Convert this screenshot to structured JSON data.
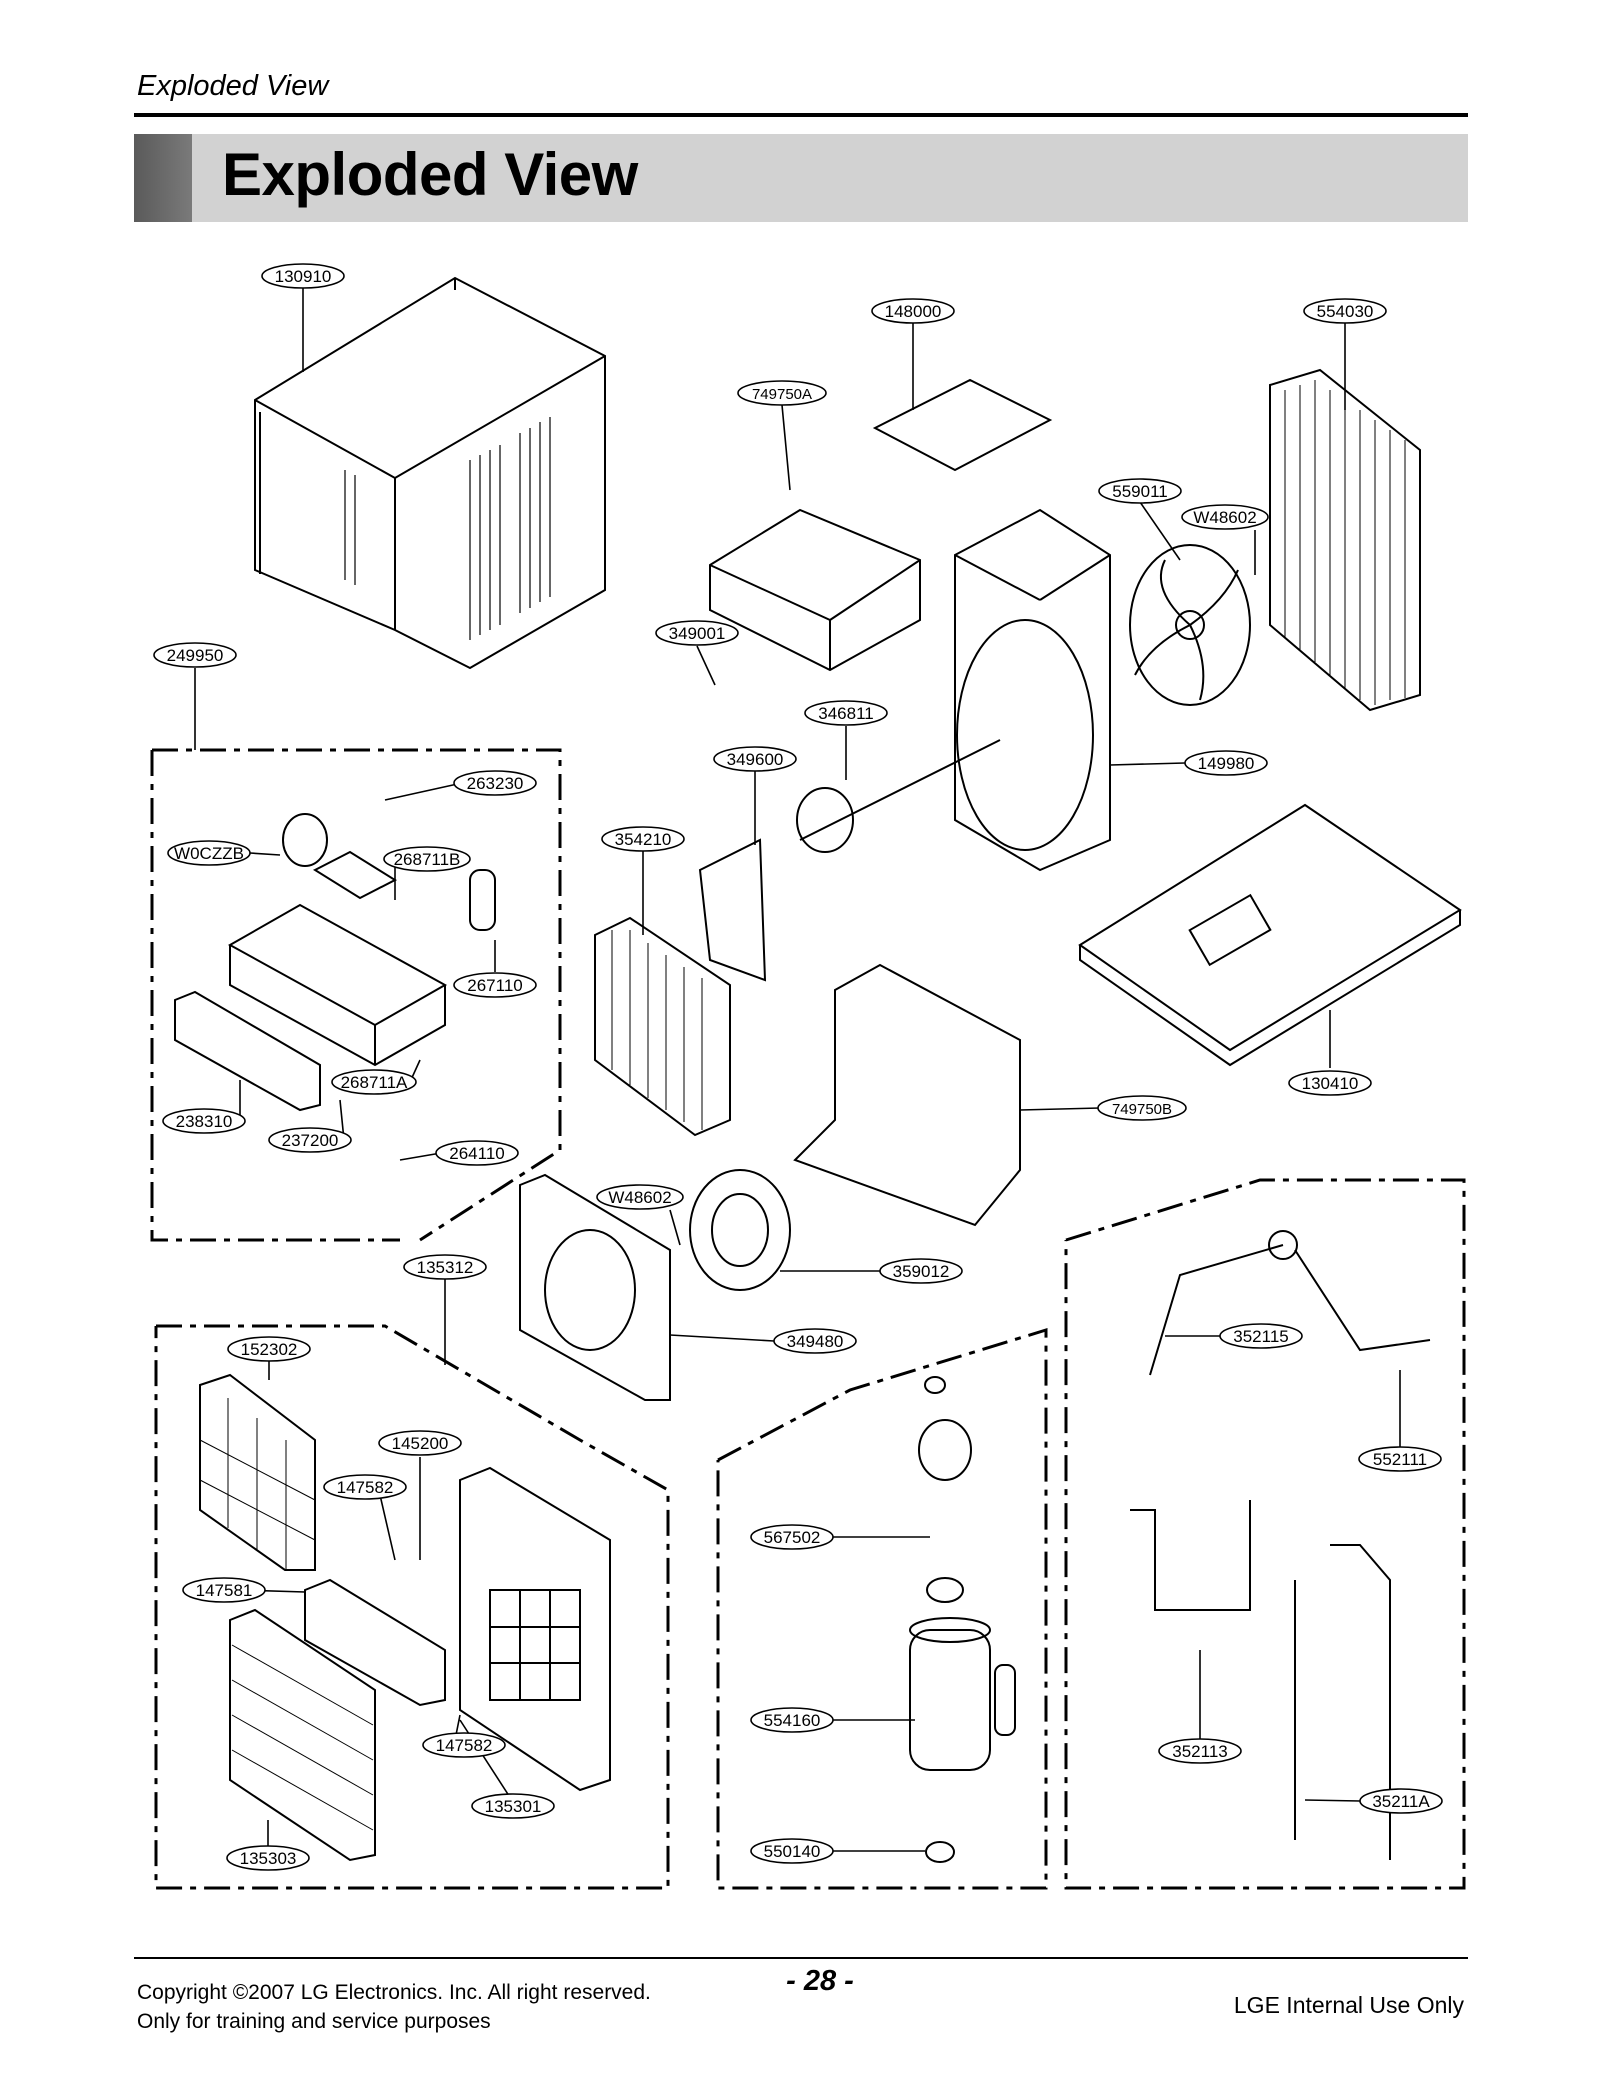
{
  "header": {
    "section_label": "Exploded View",
    "title": "Exploded View"
  },
  "part_labels": [
    "130910",
    "148000",
    "554030",
    "749750A",
    "559011",
    "W48602",
    "349001",
    "346811",
    "149980",
    "249950",
    "349600",
    "263230",
    "W0CZZB",
    "268711B",
    "354210",
    "267110",
    "130410",
    "268711A",
    "749750B",
    "238310",
    "237200",
    "264110",
    "W48602",
    "135312",
    "359012",
    "349480",
    "152302",
    "352115",
    "552111",
    "145200",
    "147582",
    "567502",
    "147581",
    "554160",
    "352113",
    "147582",
    "35211A",
    "135301",
    "550140",
    "135303"
  ],
  "footer": {
    "copyright": "Copyright ©2007 LG Electronics. Inc. All right reserved.",
    "purpose": "Only for training and service purposes",
    "page_number": "- 28 -",
    "internal": "LGE Internal Use Only"
  }
}
